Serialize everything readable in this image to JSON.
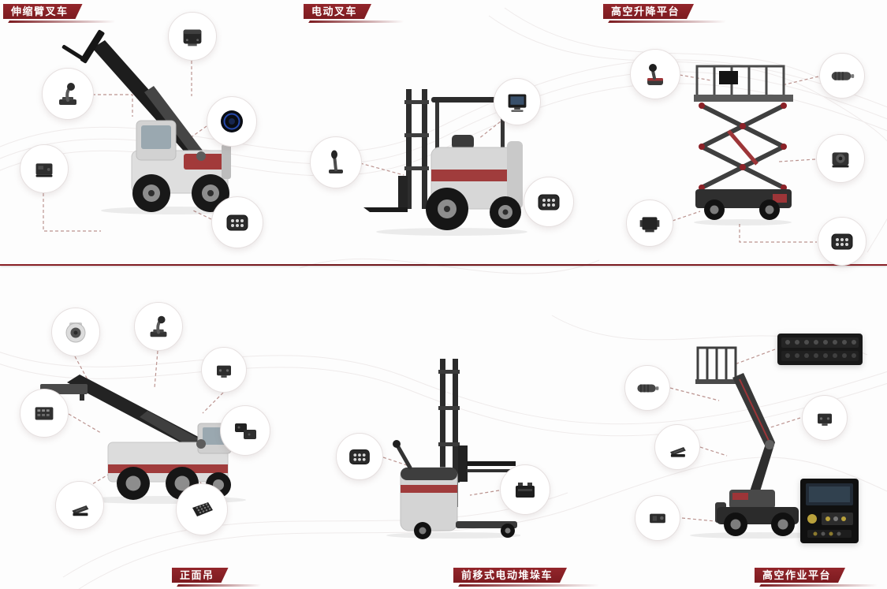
{
  "page": {
    "type": "product-application-poster",
    "background_color": "#fdfdfd",
    "accent_color": "#8b2127",
    "divider_color": "#7c1b20",
    "connector_color": "#bb9490"
  },
  "sections": [
    {
      "id": "telescopic-boom-forklift",
      "label": "伸缩臂叉车",
      "label_position": "top-left",
      "vehicle": "telehandler",
      "components": [
        "controller-module",
        "joystick",
        "round-display",
        "control-unit",
        "connector-keypad"
      ]
    },
    {
      "id": "electric-forklift",
      "label": "电动叉车",
      "label_position": "top-center",
      "vehicle": "counterbalance-forklift",
      "components": [
        "display-screen",
        "control-lever",
        "connector-keypad"
      ]
    },
    {
      "id": "aerial-scissor-lift",
      "label": "高空升降平台",
      "label_position": "top-right",
      "vehicle": "scissor-lift",
      "components": [
        "joystick-controller",
        "motor-cylinder",
        "rotary-controller",
        "control-block",
        "connector-keypad"
      ]
    },
    {
      "id": "reach-stacker",
      "label": "正面吊",
      "label_position": "bottom-left",
      "vehicle": "reach-stacker",
      "components": [
        "sensor-canister",
        "joystick",
        "control-box",
        "control-panel",
        "dual-module",
        "pedal-unit",
        "membrane-keypad"
      ]
    },
    {
      "id": "reach-electric-stacker",
      "label": "前移式电动堆垛车",
      "label_position": "bottom-center",
      "vehicle": "reach-truck",
      "components": [
        "connector-keypad",
        "battery-module"
      ]
    },
    {
      "id": "aerial-work-platform",
      "label": "高空作业平台",
      "label_position": "bottom-right",
      "vehicle": "articulated-boom-lift",
      "components": [
        "control-console",
        "motor-cylinder",
        "control-box",
        "pedal-unit",
        "sensor-module",
        "display-console"
      ]
    }
  ]
}
